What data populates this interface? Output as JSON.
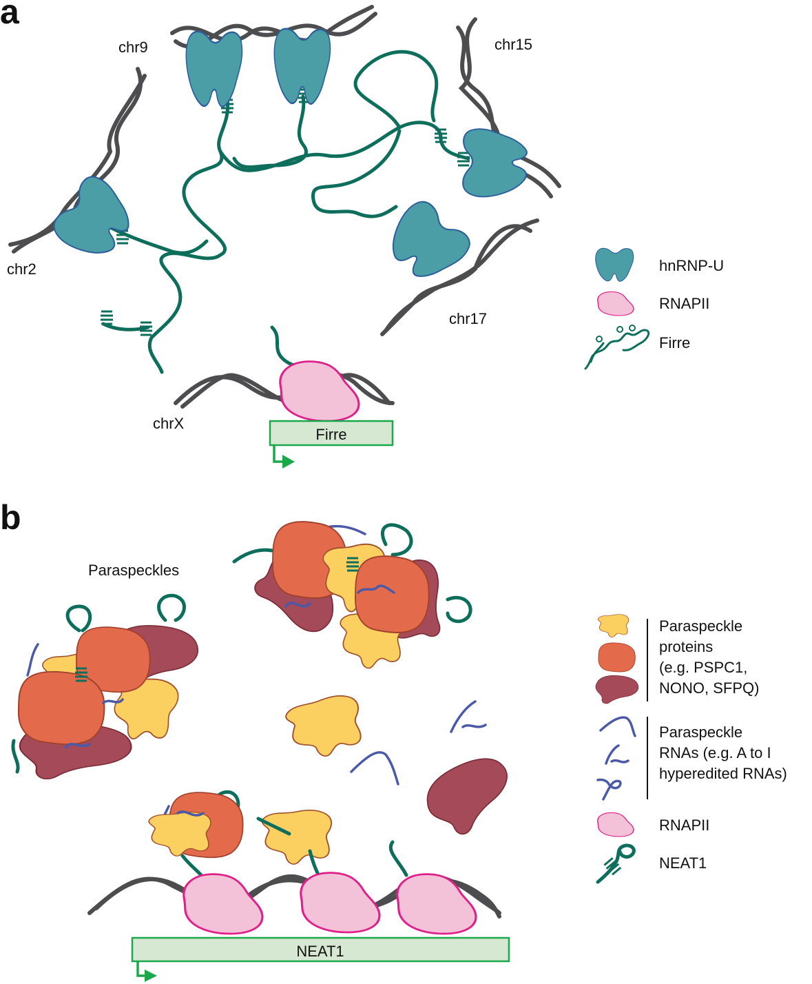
{
  "panel_a": {
    "letter": "a",
    "chromosomes": [
      "chr9",
      "chr15",
      "chr2",
      "chr17",
      "chrX"
    ],
    "gene_label": "Firre",
    "legend": [
      {
        "icon": "hnrnp-u-icon",
        "label": "hnRNP-U"
      },
      {
        "icon": "rnapii-icon",
        "label": "RNAPII"
      },
      {
        "icon": "firre-rna-icon",
        "label": "Firre"
      }
    ]
  },
  "panel_b": {
    "letter": "b",
    "title": "Paraspeckles",
    "gene_label": "NEAT1",
    "legend_proteins": [
      "Paraspeckle",
      "proteins",
      "(e.g. PSPC1,",
      "NONO, SFPQ)"
    ],
    "legend_rnas": [
      "Paraspeckle",
      "RNAs (e.g. A to I",
      "hyperedited RNAs)"
    ],
    "legend_rnapii": "RNAPII",
    "legend_neat1": "NEAT1"
  },
  "colors": {
    "hnrnp_u": "#4c9ea6",
    "rnapii_fill": "#f4c2d8",
    "rnapii_stroke": "#e0208a",
    "rna": "#0e6e5c",
    "dna": "#4d4d4f",
    "gene_box": "#d7e8d2",
    "promoter": "#19a84a",
    "protein_yellow": "#fbd061",
    "protein_orange": "#e36a4a",
    "protein_maroon": "#a54a58",
    "paraspeckle_rna": "#4a5aa8"
  }
}
